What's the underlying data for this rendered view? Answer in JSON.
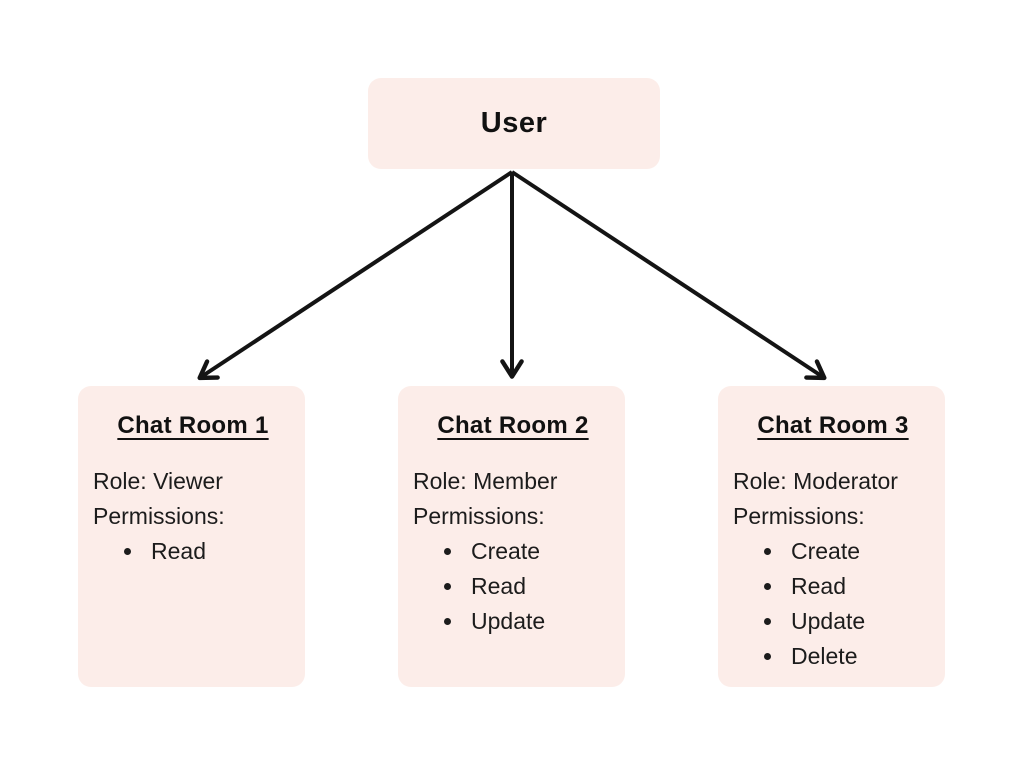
{
  "diagram": {
    "root": {
      "label": "User"
    },
    "edges": [
      {
        "from": "User",
        "to": "Chat Room 1"
      },
      {
        "from": "User",
        "to": "Chat Room 2"
      },
      {
        "from": "User",
        "to": "Chat Room 3"
      }
    ],
    "rooms": [
      {
        "title": "Chat Room 1",
        "role_text": "Role: Viewer",
        "permissions_label": "Permissions:",
        "permissions": [
          "Read"
        ]
      },
      {
        "title": "Chat Room 2",
        "role_text": "Role: Member",
        "permissions_label": "Permissions:",
        "permissions": [
          "Create",
          "Read",
          "Update"
        ]
      },
      {
        "title": "Chat Room 3",
        "role_text": "Role: Moderator",
        "permissions_label": "Permissions:",
        "permissions": [
          "Create",
          "Read",
          "Update",
          "Delete"
        ]
      }
    ],
    "colors": {
      "box_fill": "#fcede9",
      "text": "#1c1c1c",
      "arrow": "#141414",
      "background": "#ffffff"
    }
  }
}
